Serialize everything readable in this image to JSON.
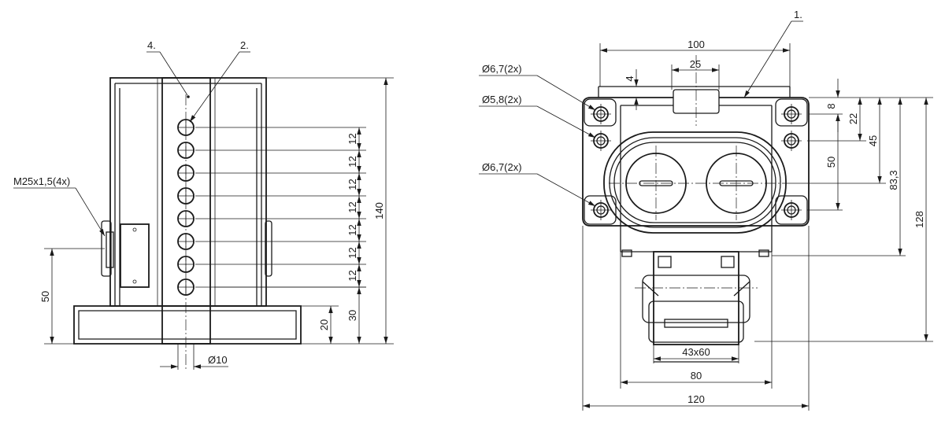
{
  "views": {
    "side": {
      "callouts": {
        "cap": "4.",
        "holes": "2."
      },
      "thread": "M25x1,5(4x)",
      "pitch": "12",
      "pitch_count": 7,
      "height_total": "140",
      "height_50": "50",
      "height_30": "30",
      "height_20": "20",
      "hole_dia": "Ø10"
    },
    "front": {
      "callout_body": "1.",
      "width_100": "100",
      "width_25": "25",
      "dim_4": "4",
      "hole_a": "Ø6,7(2x)",
      "hole_b": "Ø5,8(2x)",
      "hole_c": "Ø6,7(2x)",
      "dim_8": "8",
      "dim_22": "22",
      "dim_45": "45",
      "dim_50": "50",
      "dim_83": "83,3",
      "dim_128": "128",
      "flange": "43x60",
      "width_80": "80",
      "width_120": "120"
    }
  }
}
